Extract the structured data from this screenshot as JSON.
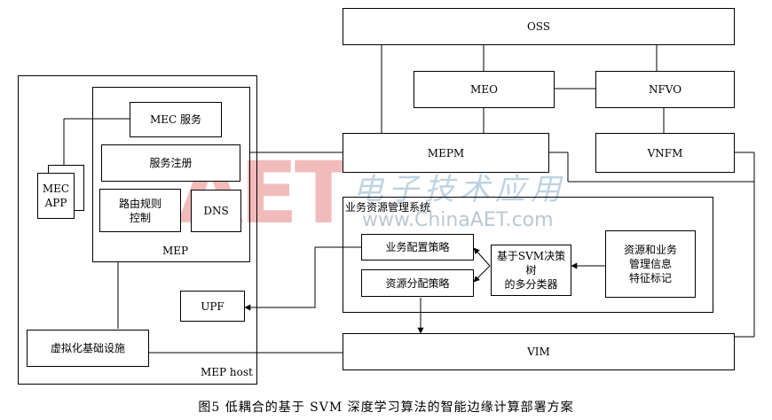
{
  "caption": "图5   低耦合的基于 SVM 深度学习算法的智能边缘计算部署方案",
  "nodes": {
    "oss": "OSS",
    "meo": "MEO",
    "nfvo": "NFVO",
    "mepm": "MEPM",
    "vnfm": "VNFM",
    "mec_service": "MEC 服务",
    "service_register": "服务注册",
    "routing_line1": "路由规则",
    "routing_line2": "控制",
    "dns": "DNS",
    "mep": "MEP",
    "mec_app_line1": "MEC",
    "mec_app_line2": "APP",
    "upf": "UPF",
    "virtual_infra": "虚拟化基础设施",
    "mep_host": "MEP host",
    "resource_mgmt_system": "业务资源管理系统",
    "service_config_policy": "业务配置策略",
    "resource_alloc_policy": "资源分配策略",
    "svm_classifier_line1": "基于SVM决策树",
    "svm_classifier_line2": "的多分类器",
    "resource_mark_line1": "资源和业务",
    "resource_mark_line2": "管理信息",
    "resource_mark_line3": "特征标记",
    "vim": "VIM"
  },
  "watermark": {
    "logo": "AET",
    "chinese": "电子技术应用",
    "url": "www.ChinaAET.com"
  }
}
